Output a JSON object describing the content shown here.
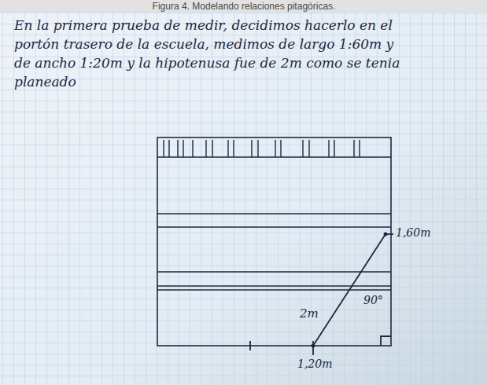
{
  "diagram": {
    "title": "Figura 4. Modelando relaciones pitagóricas.",
    "labels": [
      "En la primera prueba de medir, decidimos hacerlo en el portón trasero de la escuela, medimos de largo 1:60m y de ancho 1:20m y la hipotenusa fue de 2m como se tenia planeado",
      "1,60m",
      "2m",
      "90°",
      "1,20m"
    ]
  }
}
